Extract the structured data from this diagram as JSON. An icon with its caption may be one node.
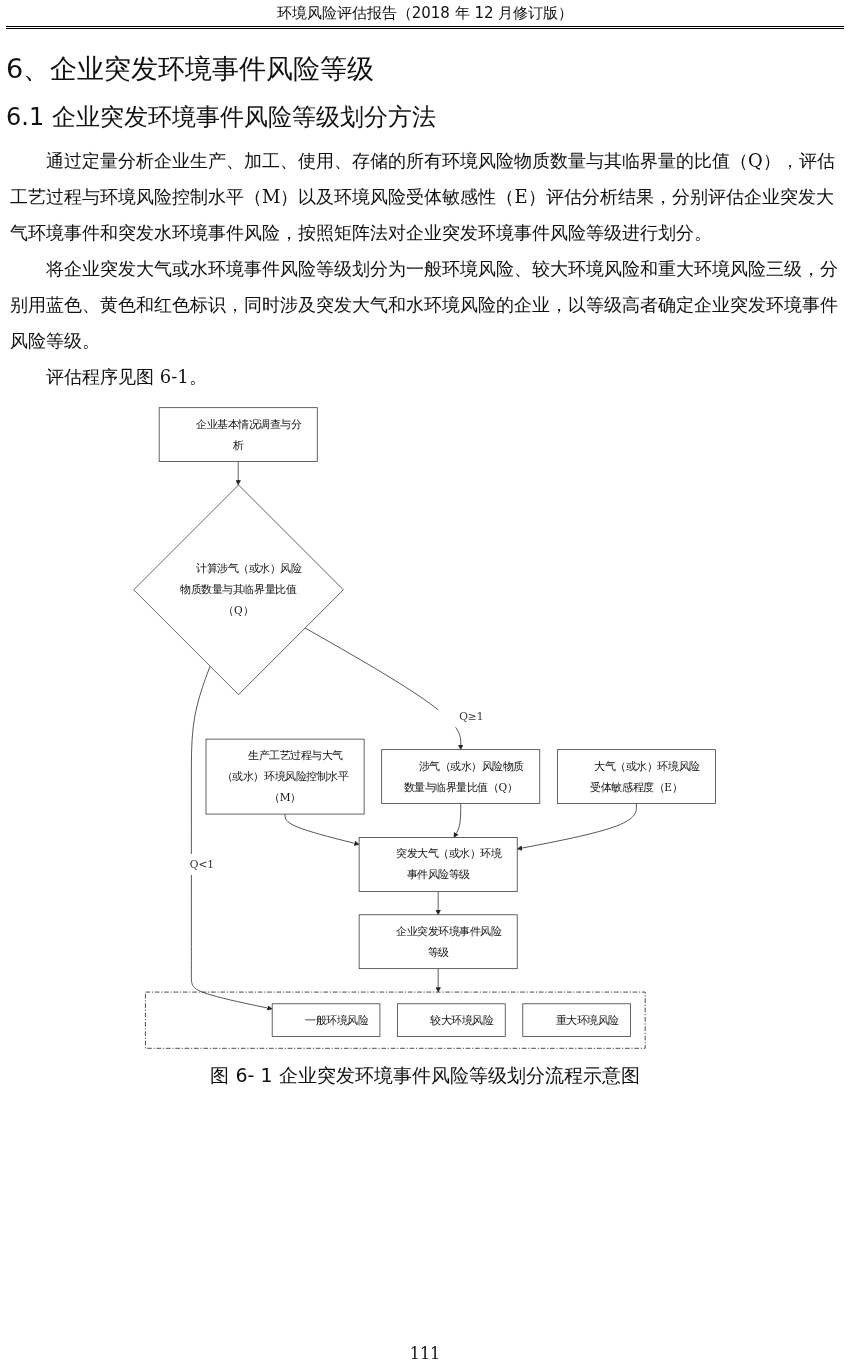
{
  "diagram": {
    "title": "6、企业突发环境事件风险等级",
    "caption": "图 6- 1 企业突发环境事件风险等级划分流程示意图",
    "nodes": [
      {
        "text": [
          "企业基本情况调查与分析"
        ]
      },
      {
        "text": [
          "计算涉气（或水）风险物质数量与其临界量比值（Q）"
        ]
      },
      {
        "text": [
          "生产工艺过程与大气（或水）环境风险控制水平（M）"
        ]
      },
      {
        "text": [
          "涉气（或水）风险物质数量与临界量比值（Q）"
        ]
      },
      {
        "text": [
          "大气（或水）环境风险受体敏感程度（E）"
        ]
      },
      {
        "text": [
          "突发大气（或水）环境事件风险等级"
        ]
      },
      {
        "text": [
          "企业突发环境事件风险等级"
        ]
      },
      {
        "text": [],
        "shape": "box"
      },
      {
        "text": [
          "一般环境风险"
        ],
        "in": 7
      },
      {
        "text": [
          "较大环境风险"
        ],
        "in": 7
      },
      {
        "text": [
          "重大环境风险"
        ],
        "in": 7
      }
    ],
    "edges": [
      {
        "from": 0,
        "to": 1,
        "arrow": "to"
      },
      {
        "from": 1,
        "to": 3,
        "arrow": "to",
        "label": "Q≥1"
      },
      {
        "from": 1,
        "to": 8,
        "arrow": "to",
        "label": "Q<1"
      },
      {
        "from": 2,
        "to": 5,
        "arrow": "to"
      },
      {
        "from": 3,
        "to": 5,
        "arrow": "to"
      },
      {
        "from": 4,
        "to": 5,
        "arrow": "to"
      },
      {
        "from": 5,
        "to": 6,
        "arrow": "to"
      },
      {
        "from": 6,
        "to": 7,
        "arrow": "to"
      }
    ],
    "labels": [
      "环境风险评估报告（2018 年 12 月修订版）",
      "6.1 企业突发环境事件风险等级划分方法",
      "通过定量分析企业生产、加工、使用、存储的所有环境风险物质数量与其临界量的比值（Q），评估工艺过程与环境风险控制水平（M）以及环境风险受体敏感性（E）评估分析结果，分别评估企业突发大气环境事件和突发水环境事件风险，按照矩阵法对企业突发环境事件风险等级进行划分。",
      "将企业突发大气或水环境事件风险等级划分为一般环境风险、较大环境风险和重大环境风险三级，分别用蓝色、黄色和红色标识，同时涉及突发大气和水环境风险的企业，以等级高者确定企业突发环境事件风险等级。",
      "评估程序见图 6-1。",
      "111"
    ]
  }
}
